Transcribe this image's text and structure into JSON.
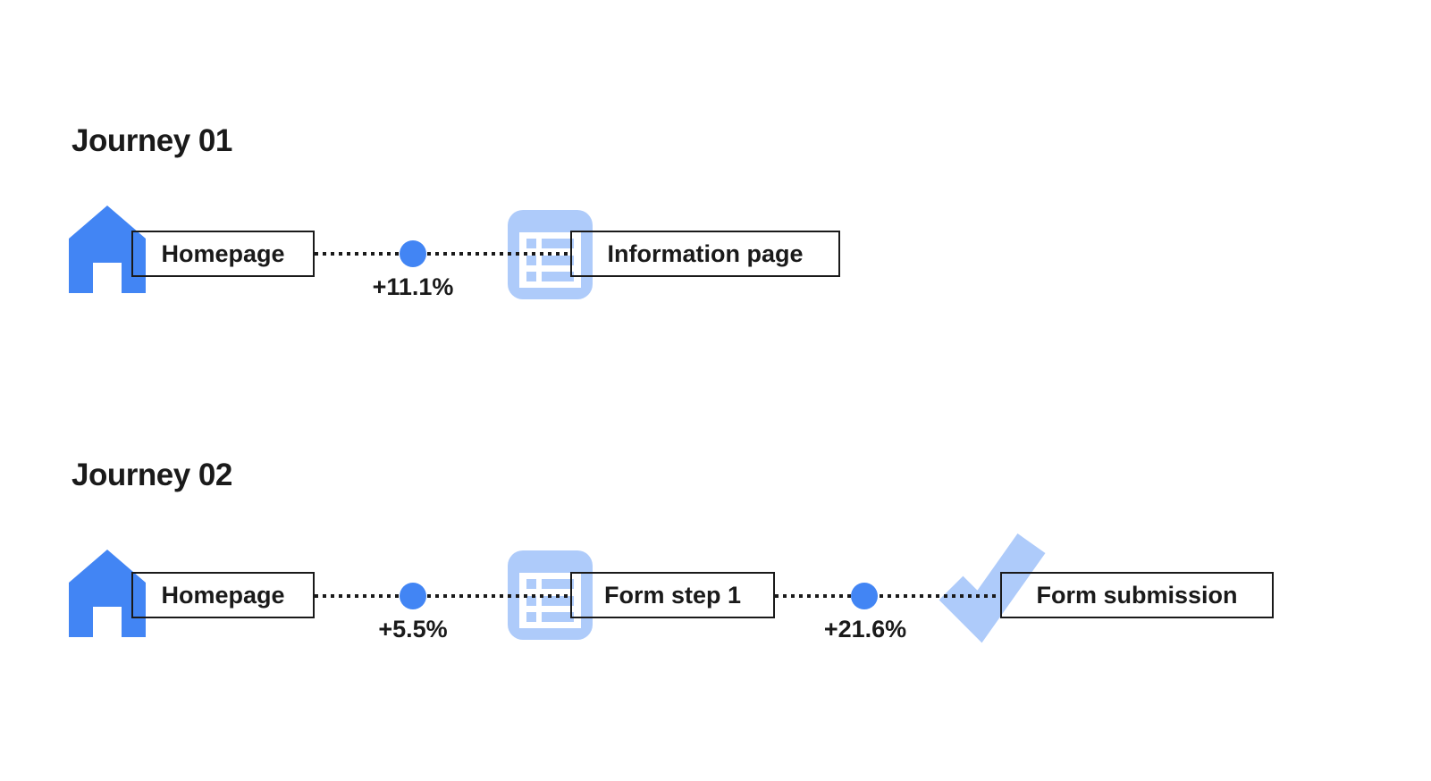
{
  "diagram": {
    "colors": {
      "primary_blue": "#4285F4",
      "light_blue": "#AECBFA",
      "text_black": "#1A1A1A"
    },
    "journeys": [
      {
        "title": "Journey 01",
        "steps": [
          {
            "label": "Homepage",
            "icon": "home"
          },
          {
            "label": "Information page",
            "icon": "list-page"
          }
        ],
        "transitions": [
          {
            "value": "+11.1%"
          }
        ]
      },
      {
        "title": "Journey 02",
        "steps": [
          {
            "label": "Homepage",
            "icon": "home"
          },
          {
            "label": "Form step 1",
            "icon": "list-page"
          },
          {
            "label": "Form submission",
            "icon": "checkmark"
          }
        ],
        "transitions": [
          {
            "value": "+5.5%"
          },
          {
            "value": "+21.6%"
          }
        ]
      }
    ]
  }
}
